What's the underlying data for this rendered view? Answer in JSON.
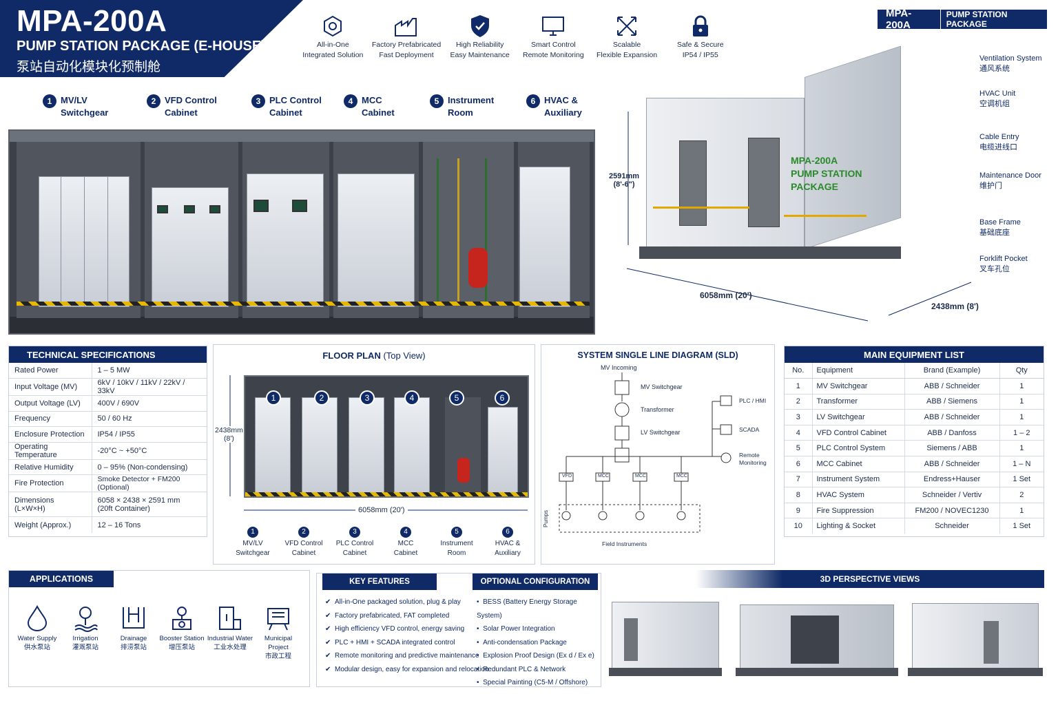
{
  "header": {
    "title": "MPA-200A",
    "subtitle": "PUMP STATION PACKAGE (E-HOUSE)",
    "subtitle_cn": "泵站自动化模块化预制舱"
  },
  "features": [
    {
      "icon": "gear-icon",
      "line1": "All-in-One",
      "line2": "Integrated Solution"
    },
    {
      "icon": "factory-icon",
      "line1": "Factory Prefabricated",
      "line2": "Fast Deployment"
    },
    {
      "icon": "shield-check-icon",
      "line1": "High Reliability",
      "line2": "Easy Maintenance"
    },
    {
      "icon": "monitor-icon",
      "line1": "Smart Control",
      "line2": "Remote Monitoring"
    },
    {
      "icon": "expand-arrows-icon",
      "line1": "Scalable",
      "line2": "Flexible Expansion"
    },
    {
      "icon": "lock-icon",
      "line1": "Safe & Secure",
      "line2": "IP54 / IP55"
    }
  ],
  "badge": {
    "model": "MPA-200A",
    "label": "PUMP STATION PACKAGE"
  },
  "compartments": [
    {
      "num": "1",
      "line1": "MV/LV",
      "line2": "Switchgear"
    },
    {
      "num": "2",
      "line1": "VFD Control",
      "line2": "Cabinet"
    },
    {
      "num": "3",
      "line1": "PLC Control",
      "line2": "Cabinet"
    },
    {
      "num": "4",
      "line1": "MCC",
      "line2": "Cabinet"
    },
    {
      "num": "5",
      "line1": "Instrument",
      "line2": "Room"
    },
    {
      "num": "6",
      "line1": "HVAC &",
      "line2": "Auxiliary"
    }
  ],
  "exterior": {
    "height_dim": "2591mm",
    "height_dim_ft": "(8'-6\")",
    "length_dim": "6058mm (20')",
    "width_dim": "2438mm (8')",
    "wall_logo": [
      "MPA-200A",
      "PUMP STATION",
      "PACKAGE"
    ],
    "callouts": [
      {
        "en": "Ventilation System",
        "cn": "通风系统"
      },
      {
        "en": "HVAC Unit",
        "cn": "空调机组"
      },
      {
        "en": "Cable Entry",
        "cn": "电缆进线口"
      },
      {
        "en": "Maintenance Door",
        "cn": "维护门"
      },
      {
        "en": "Base Frame",
        "cn": "基础底座"
      },
      {
        "en": "Forklift Pocket",
        "cn": "叉车孔位"
      }
    ]
  },
  "tech_specs": {
    "title": "TECHNICAL SPECIFICATIONS",
    "rows": [
      {
        "k": "Rated Power",
        "v": "1 – 5 MW"
      },
      {
        "k": "Input Voltage (MV)",
        "v": "6kV / 10kV / 11kV / 22kV / 33kV"
      },
      {
        "k": "Output Voltage (LV)",
        "v": "400V / 690V"
      },
      {
        "k": "Frequency",
        "v": "50 / 60 Hz"
      },
      {
        "k": "Enclosure Protection",
        "v": "IP54 / IP55"
      },
      {
        "k": "Operating Temperature",
        "v": "-20°C ~ +50°C"
      },
      {
        "k": "Relative Humidity",
        "v": "0 – 95% (Non-condensing)"
      },
      {
        "k": "Fire Protection",
        "v": "Smoke Detector + FM200 (Optional)"
      },
      {
        "k": "Dimensions (L×W×H)",
        "v": "6058 × 2438 × 2591 mm",
        "v2": "(20ft Container)"
      },
      {
        "k": "Weight (Approx.)",
        "v": "12 – 16 Tons"
      }
    ]
  },
  "floor_plan": {
    "title": "FLOOR PLAN",
    "title_suffix": "(Top View)",
    "width_dim": "2438mm",
    "width_dim_ft": "(8')",
    "length_dim": "6058mm (20')"
  },
  "sld": {
    "title": "SYSTEM SINGLE LINE DIAGRAM (SLD)",
    "mv_incoming": "MV Incoming",
    "mv_switchgear": "MV Switchgear",
    "transformer": "Transformer",
    "lv_switchgear": "LV Switchgear",
    "plc_hmi": "PLC / HMI",
    "scada": "SCADA",
    "remote1": "Remote",
    "remote2": "Monitoring",
    "feeders": [
      "VFD",
      "MCC",
      "MCC",
      "MCC"
    ],
    "pumps": "Pumps",
    "field_instruments": "Field Instruments"
  },
  "equipment": {
    "title": "MAIN EQUIPMENT LIST",
    "headers": [
      "No.",
      "Equipment",
      "Brand (Example)",
      "Qty"
    ],
    "rows": [
      [
        "1",
        "MV Switchgear",
        "ABB / Schneider",
        "1"
      ],
      [
        "2",
        "Transformer",
        "ABB / Siemens",
        "1"
      ],
      [
        "3",
        "LV Switchgear",
        "ABB / Schneider",
        "1"
      ],
      [
        "4",
        "VFD Control Cabinet",
        "ABB / Danfoss",
        "1 – 2"
      ],
      [
        "5",
        "PLC Control System",
        "Siemens / ABB",
        "1"
      ],
      [
        "6",
        "MCC Cabinet",
        "ABB / Schneider",
        "1 – N"
      ],
      [
        "7",
        "Instrument System",
        "Endress+Hauser",
        "1 Set"
      ],
      [
        "8",
        "HVAC System",
        "Schneider / Vertiv",
        "2"
      ],
      [
        "9",
        "Fire Suppression",
        "FM200 / NOVEC1230",
        "1"
      ],
      [
        "10",
        "Lighting & Socket",
        "Schneider",
        "1 Set"
      ]
    ]
  },
  "applications": {
    "title": "APPLICATIONS",
    "items": [
      {
        "icon": "water-drop-icon",
        "en": "Water Supply",
        "cn": "供水泵站"
      },
      {
        "icon": "irrigation-icon",
        "en": "Irrigation",
        "cn": "灌溉泵站"
      },
      {
        "icon": "drainage-icon",
        "en": "Drainage",
        "cn": "排涝泵站"
      },
      {
        "icon": "booster-icon",
        "en": "Booster Station",
        "cn": "增压泵站"
      },
      {
        "icon": "industrial-icon",
        "en": "Industrial Water",
        "cn": "工业水处理"
      },
      {
        "icon": "municipal-icon",
        "en": "Municipal Project",
        "cn": "市政工程"
      }
    ]
  },
  "key_features": {
    "title": "KEY FEATURES",
    "items": [
      "All-in-One packaged solution, plug & play",
      "Factory prefabricated, FAT completed",
      "High efficiency VFD control, energy saving",
      "PLC + HMI + SCADA integrated control",
      "Remote monitoring and predictive maintenance",
      "Modular design, easy for expansion and relocation"
    ]
  },
  "optional_config": {
    "title": "OPTIONAL CONFIGURATION",
    "items": [
      "BESS (Battery Energy Storage System)",
      "Solar Power Integration",
      "Anti-condensation Package",
      "Explosion Proof Design (Ex d / Ex e)",
      "Redundant PLC & Network",
      "Special Painting (C5-M / Offshore)"
    ]
  },
  "perspective": {
    "title": "3D PERSPECTIVE VIEWS"
  }
}
